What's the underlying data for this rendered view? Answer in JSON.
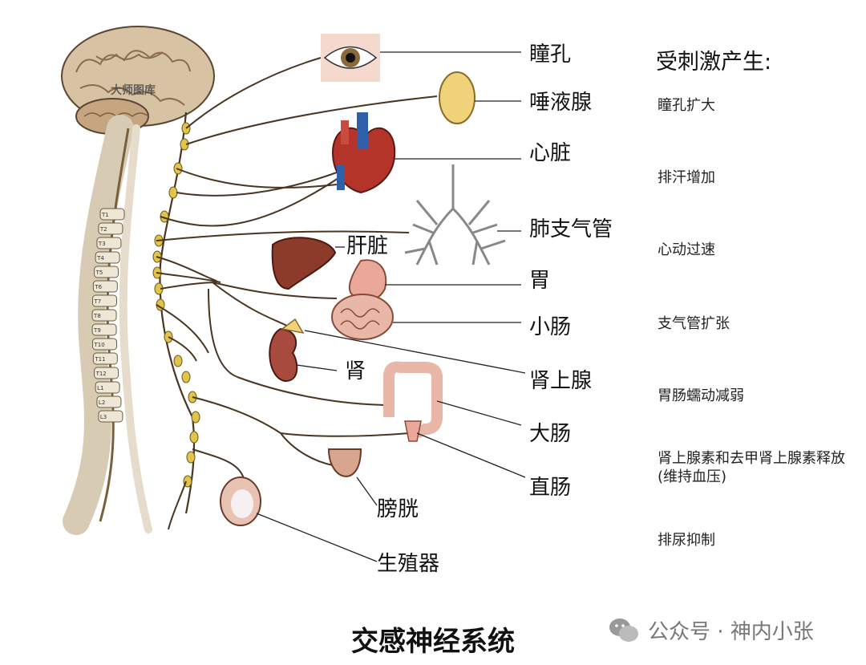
{
  "title": "交感神经系统",
  "watermark": {
    "text": "公众号 · 神内小张",
    "icon": "wechat-icon"
  },
  "brain_watermark": "大师图库",
  "effects_header": "受刺激产生:",
  "organs": {
    "pupil": "瞳孔",
    "salivary": "唾液腺",
    "heart": "心脏",
    "bronchi": "肺支气管",
    "liver": "肝脏",
    "stomach": "胃",
    "small_intestine": "小肠",
    "kidney": "肾",
    "adrenal": "肾上腺",
    "large_intestine": "大肠",
    "rectum": "直肠",
    "bladder": "膀胱",
    "genitals": "生殖器"
  },
  "effects": [
    "瞳孔扩大",
    "排汗增加",
    "心动过速",
    "支气管扩张",
    "胃肠蠕动减弱",
    "肾上腺素和去甲肾上腺素释放(维持血压)",
    "排尿抑制"
  ],
  "vertebra_labels": [
    "T1",
    "T2",
    "T3",
    "T4",
    "T5",
    "T6",
    "T7",
    "T8",
    "T9",
    "T10",
    "T11",
    "T12",
    "L1",
    "L2",
    "L3"
  ],
  "colors": {
    "nerve": "#4a3520",
    "ganglion": "#e3c44a",
    "brain": "#d8c2a4",
    "bone": "#efe7d6",
    "heart_red": "#b5342a",
    "vessel_blue": "#2f5fa8",
    "liver": "#8c3b2a",
    "kidney": "#a94a3e",
    "intestine": "#e8b7a8",
    "stomach": "#eaa89a",
    "gland": "#f0d27a",
    "eye_bg": "#f5d9cf"
  }
}
